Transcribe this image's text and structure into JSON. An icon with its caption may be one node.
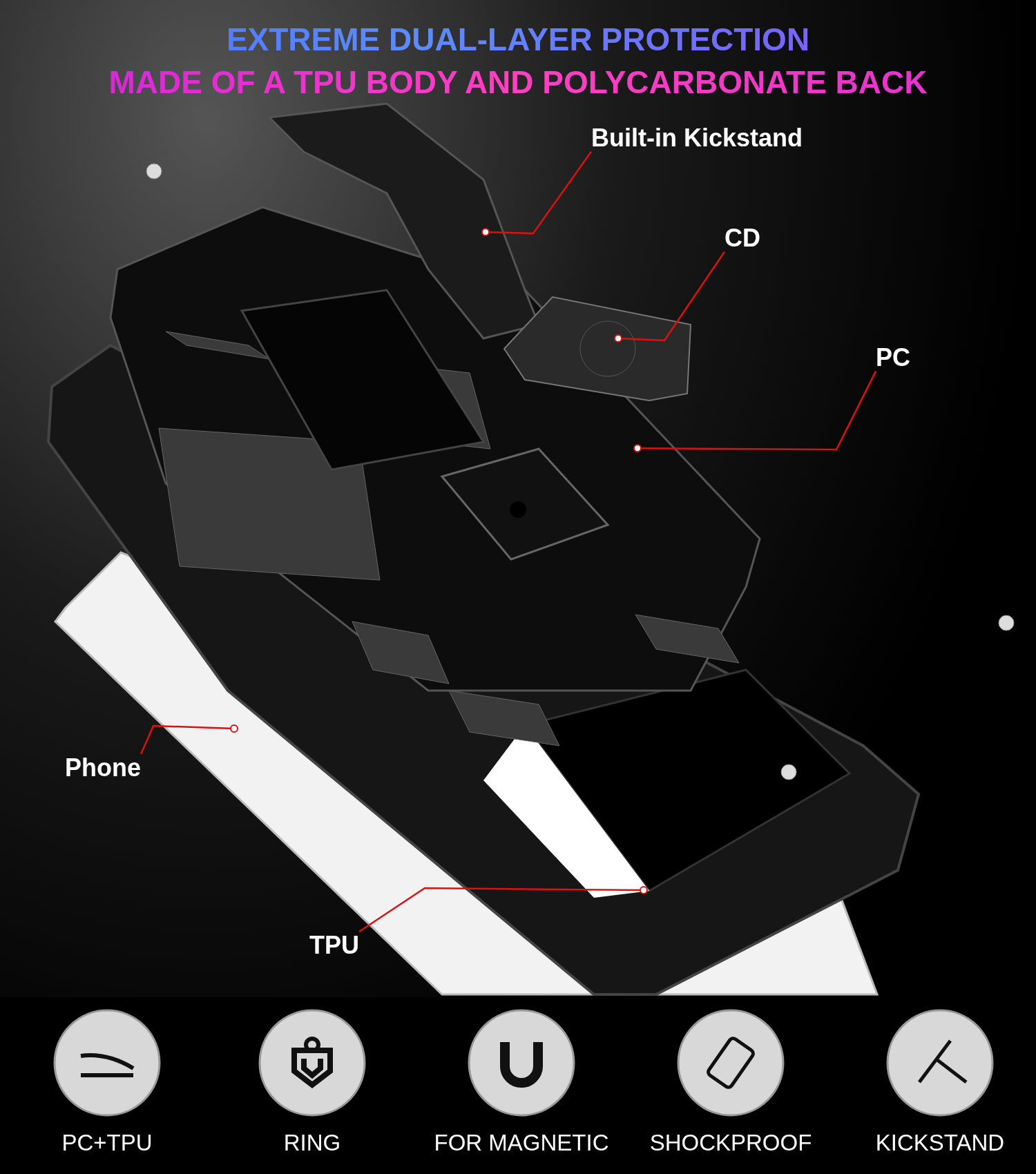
{
  "diagram": {
    "title": "EXTREME DUAL-LAYER PROTECTION",
    "nodes": [
      {
        "text": [
          "Built-in Kickstand"
        ]
      },
      {
        "text": [
          "CD"
        ]
      },
      {
        "text": [
          "PC"
        ]
      },
      {
        "text": [
          "Phone"
        ]
      },
      {
        "text": [
          "TPU"
        ]
      }
    ],
    "edges": [
      {
        "from": 0,
        "to": null,
        "arrow": "other"
      },
      {
        "from": 1,
        "to": null,
        "arrow": "other"
      },
      {
        "from": 2,
        "to": null,
        "arrow": "other"
      },
      {
        "from": 3,
        "to": null,
        "arrow": "other"
      },
      {
        "from": 4,
        "to": null,
        "arrow": "other"
      }
    ],
    "labels": [
      "MADE OF A TPU BODY AND POLYCARBONATE BACK",
      "PC+TPU",
      "RING",
      "FOR MAGNETIC",
      "SHOCKPROOF",
      "KICKSTAND"
    ]
  }
}
